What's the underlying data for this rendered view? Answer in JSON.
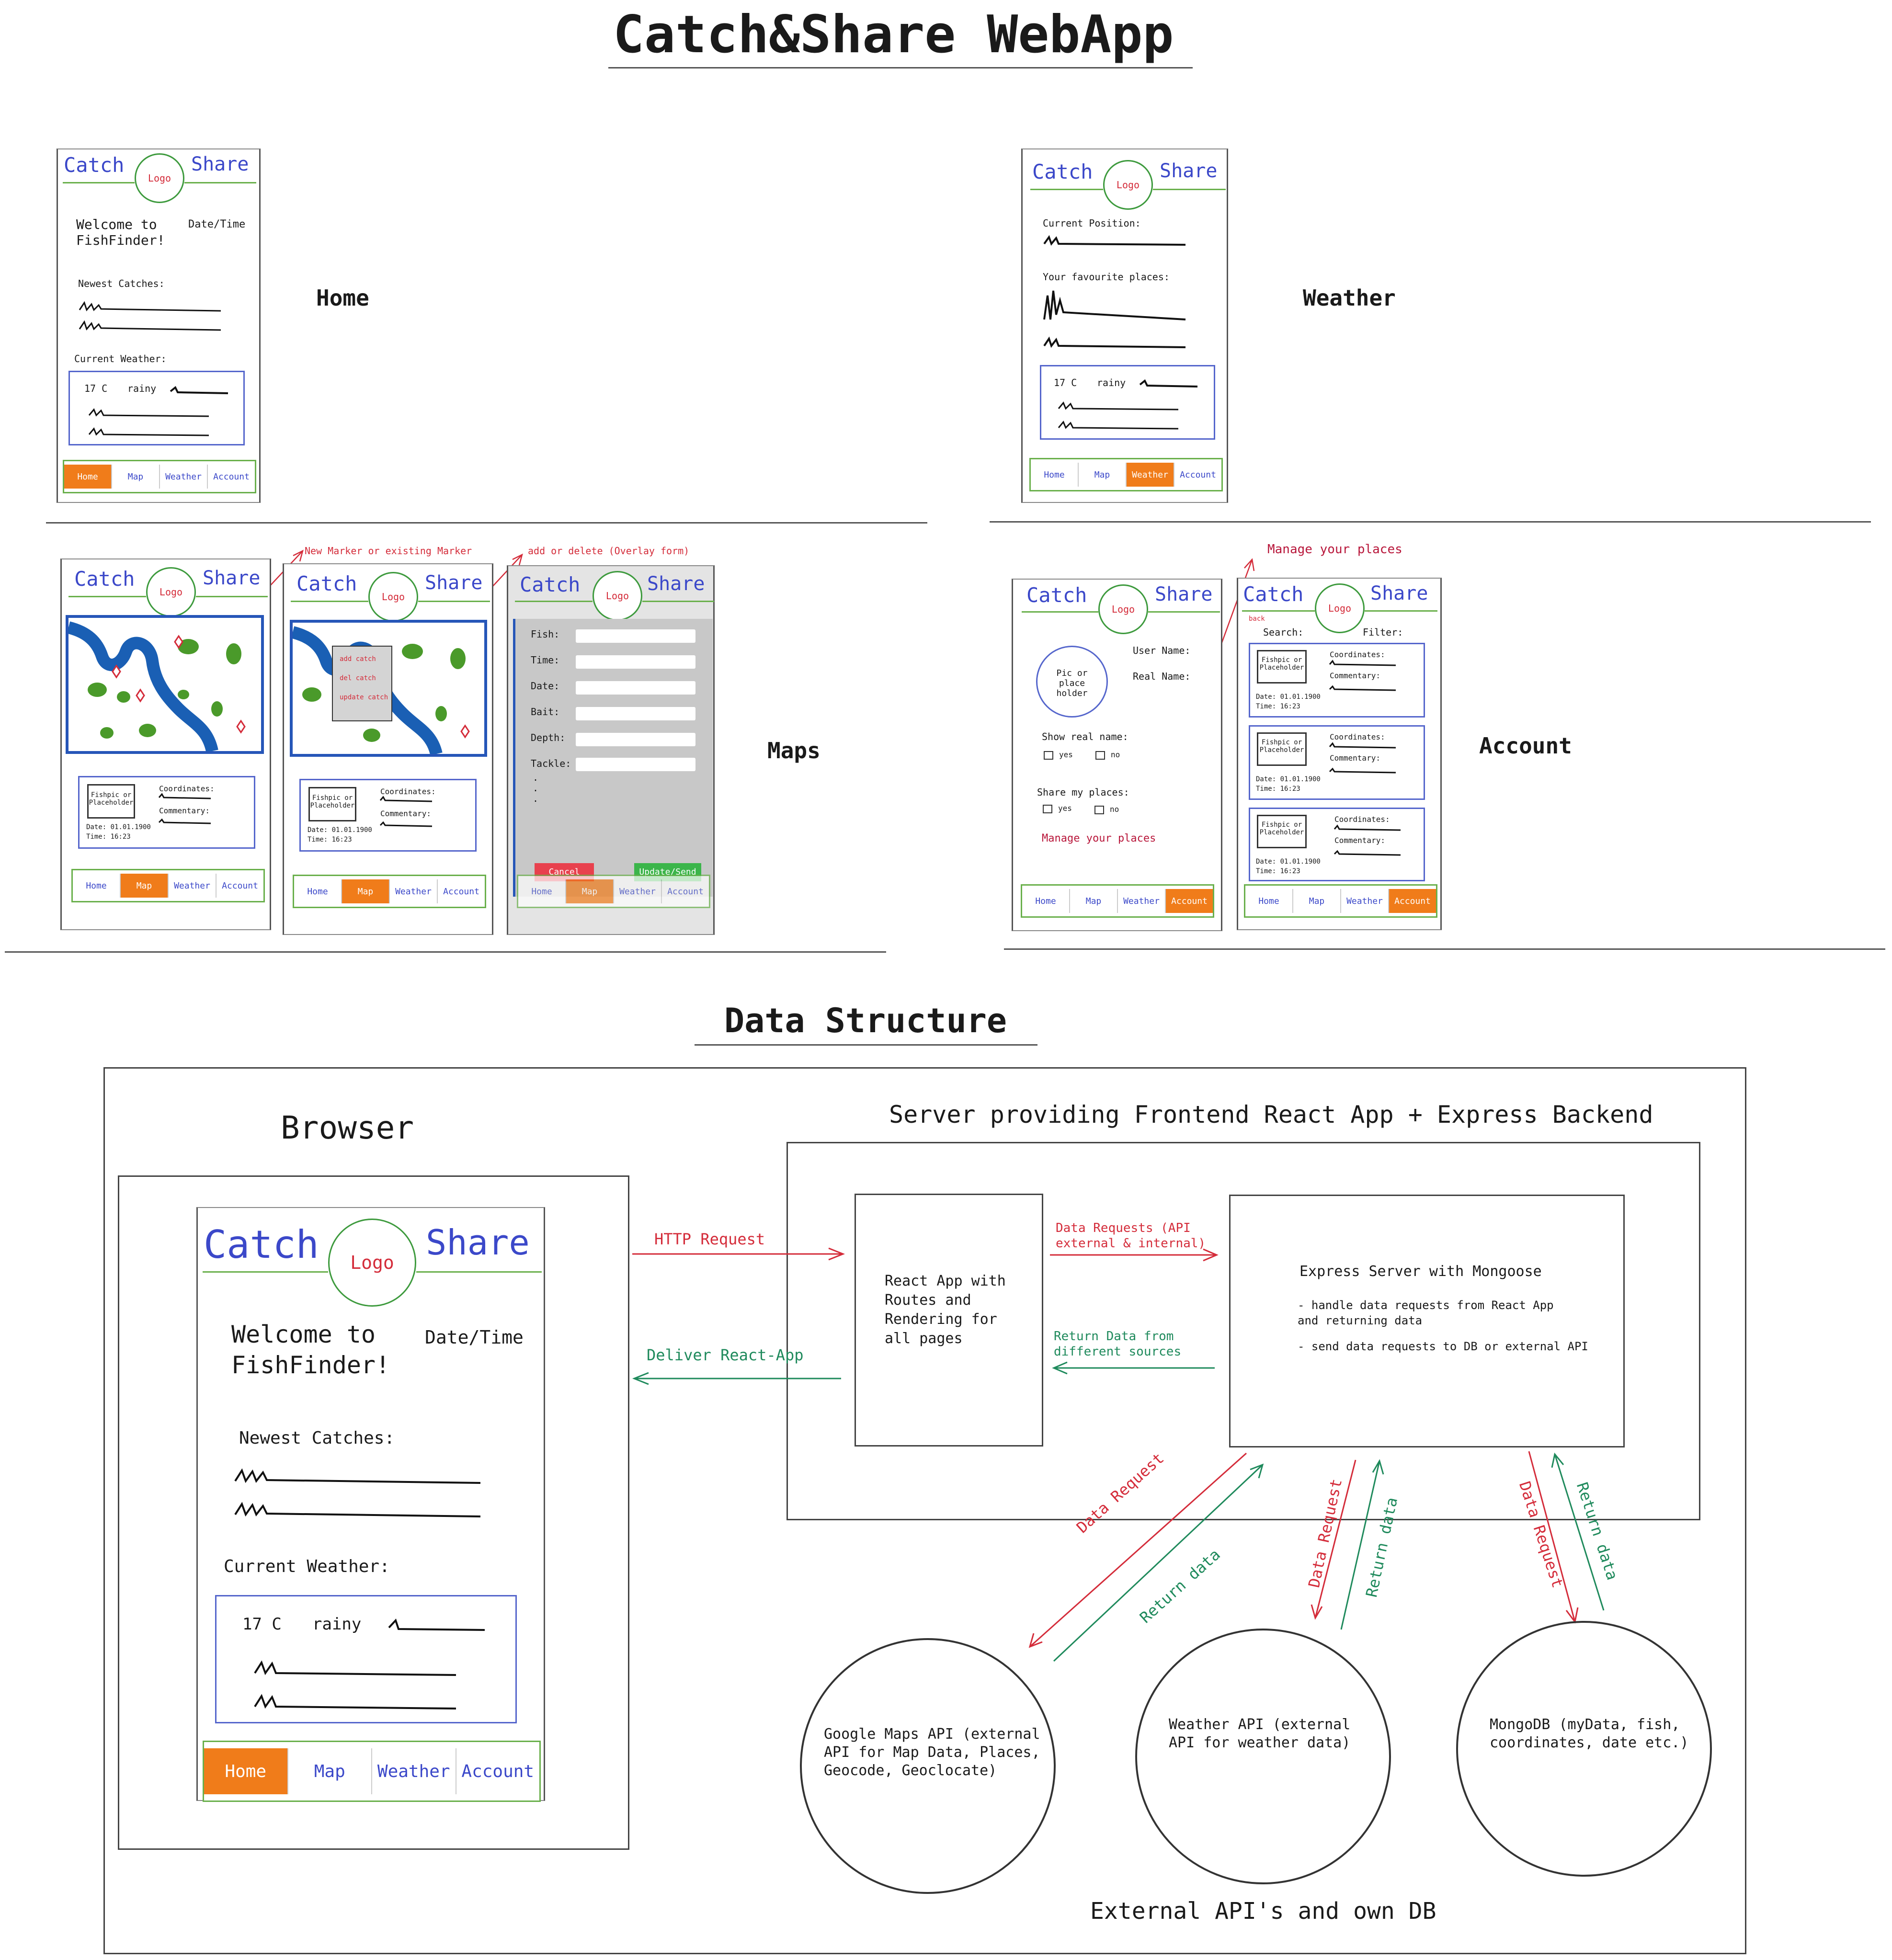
{
  "title": "Catch&Share WebApp",
  "brand": {
    "catch": "Catch",
    "logo": "Logo",
    "share": "Share"
  },
  "nav": [
    "Home",
    "Map",
    "Weather",
    "Account"
  ],
  "home": {
    "label": "Home",
    "welcome": "Welcome to FishFinder!",
    "datetime": "Date/Time",
    "newest": "Newest Catches:",
    "current_weather": "Current Weather:",
    "temp": "17 C",
    "cond": "rainy"
  },
  "weather_page": {
    "label": "Weather",
    "position": "Current Position:",
    "favourites": "Your favourite places:",
    "temp": "17 C",
    "cond": "rainy"
  },
  "maps": {
    "label": "Maps",
    "note_marker": "New Marker or existing Marker",
    "note_overlay": "add or delete (Overlay form)",
    "menu": [
      "add catch",
      "del catch",
      "update catch"
    ],
    "card": {
      "pic": "Fishpic or Placeholder",
      "coords": "Coordinates:",
      "comment": "Commentary:",
      "date": "Date: 01.01.1900",
      "time": "Time: 16:23"
    },
    "form_fields": [
      "Fish:",
      "Time:",
      "Date:",
      "Bait:",
      "Depth:",
      "Tackle:"
    ],
    "form_dots": ".\n.\n.",
    "cancel": "Cancel",
    "update": "Update/Send"
  },
  "account": {
    "label": "Account",
    "note": "Manage your places",
    "pic": "Pic or place holder",
    "user_name": "User Name:",
    "real_name": "Real Name:",
    "show_real": "Show real name:",
    "share_places": "Share my places:",
    "yes": "yes",
    "no": "no",
    "manage": "Manage your places",
    "back": "back",
    "search": "Search:",
    "filter": "Filter:"
  },
  "data_structure": {
    "title": "Data Structure",
    "browser": "Browser",
    "server": "Server providing Frontend React App + Express Backend",
    "http_request": "HTTP Request",
    "deliver": "Deliver React-App",
    "react_app": "React App with Routes and Rendering for all pages",
    "data_requests": "Data Requests (API external & internal)",
    "return_sources": "Return Data from different sources",
    "express_title": "Express Server with Mongoose",
    "express_b1": "- handle data requests from React App and returning data",
    "express_b2": "- send data requests to DB or external API",
    "data_request": "Data Request",
    "return_data": "Return data",
    "google": "Google Maps API (external API for Map Data, Places, Geocode, Geoclocate)",
    "weather_api": "Weather API (external API for weather data)",
    "mongodb": "MongoDB (myData, fish, coordinates, date etc.)",
    "external": "External API's and own DB"
  },
  "colors": {
    "brand_blue": "#3b48c9",
    "accent_orange": "#f07c1a",
    "note_red": "#d42c3a",
    "return_green": "#1f8a5c"
  }
}
